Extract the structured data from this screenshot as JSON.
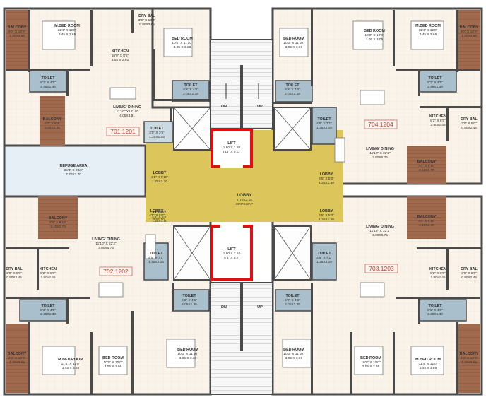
{
  "colors": {
    "floor": "#faf3ea",
    "tile": "#efe2d1",
    "wall": "#4a4a4a",
    "lobby": "#dcc55a",
    "balcony": "#a06a4e",
    "toilet": "#a9bfcc",
    "lift_frame": "#dd1111",
    "unit_label": "#c0392b",
    "refuge": "#e6eef6",
    "stair": "#f3f3f3"
  },
  "lobby_center": {
    "label": "LOBBY",
    "dim1": "7.70X3.15",
    "dim2": "25'3\"X10'4\""
  },
  "lift_top": {
    "label": "LIFT",
    "dim1": "1.80 X 1.80",
    "dim2": "5'11\" X 5'11\""
  },
  "lift_bottom": {
    "label": "LIFT",
    "dim1": "1.90 X 2.50",
    "dim2": "6'3\" X 8'2\""
  },
  "refuge": {
    "label": "REFUGE AREA",
    "dim1": "25'3\" X 8'10\"",
    "dim2": "7.70X2.70"
  },
  "stairs": {
    "dn": "DN",
    "up": "UP"
  },
  "lobbies": [
    {
      "label": "LOBBY",
      "dim1": "4'1\" X 8'10\"",
      "dim2": "1.25X2.70"
    },
    {
      "label": "LOBBY",
      "dim1": "4'5\" X 5'0\"",
      "dim2": "1.35X1.50"
    },
    {
      "label": "LOBBY",
      "dim1": "4'5\" X 5'0\"",
      "dim2": "1.35X1.50"
    },
    {
      "label": "LOBBY",
      "dim1": "4'5\" X 5'0\"",
      "dim2": "1.35X1.50"
    },
    {
      "label": "LOBBY",
      "dim1": "4'5\" X 5'0\"",
      "dim2": "1.35X1.50"
    }
  ],
  "units": [
    {
      "number": "701,1201",
      "rooms": [
        {
          "label": "BALCONY",
          "dim1": "4'0\" X 12'0\"",
          "dim2": "1.20X3.65"
        },
        {
          "label": "M.BED ROOM",
          "dim1": "11'4\" X 12'0\"",
          "dim2": "3.45 X 3.65"
        },
        {
          "label": "DRY BAL",
          "dim1": "3'0\" X 10'0\"",
          "dim2": "0.90X3.05"
        },
        {
          "label": "BED ROOM",
          "dim1": "10'0\" X 11'10\"",
          "dim2": "3.05 X 3.60"
        },
        {
          "label": "KITCHEN",
          "dim1": "10'0\" X 8'6\"",
          "dim2": "3.05 X 2.60"
        },
        {
          "label": "TOILET",
          "dim1": "8'1\" X 4'5\"",
          "dim2": "2.45X1.34"
        },
        {
          "label": "TOILET",
          "dim1": "6'9\" X 4'5\"",
          "dim2": "2.05X1.35"
        },
        {
          "label": "BALCONY",
          "dim1": "6'7\" X 8'0\"",
          "dim2": "2.00X2.45"
        },
        {
          "label": "LIVING/ DINING",
          "dim1": "11'10\" X12'10\"",
          "dim2": "4.05X3.91"
        },
        {
          "label": "TOILET",
          "dim1": "3'5\" X 3'5\"",
          "dim2": "1.20X1.05"
        }
      ]
    },
    {
      "number": "704,1204",
      "rooms": [
        {
          "label": "BED ROOM",
          "dim1": "10'0\" X 11'10\"",
          "dim2": "3.05 X 3.60"
        },
        {
          "label": "BED ROOM",
          "dim1": "10'0\" X 10'0\"",
          "dim2": "3.05 X 3.05"
        },
        {
          "label": "M.BED ROOM",
          "dim1": "11'4\" X 12'0\"",
          "dim2": "3.45 X 3.65"
        },
        {
          "label": "BALCONY",
          "dim1": "4'0\" X 12'0\"",
          "dim2": "1.20X3.65"
        },
        {
          "label": "TOILET",
          "dim1": "6'9\" X 4'5\"",
          "dim2": "2.05X1.35"
        },
        {
          "label": "TOILET",
          "dim1": "8'1\" X 4'5\"",
          "dim2": "2.45X1.34"
        },
        {
          "label": "TOILET",
          "dim1": "4'5\" X 7'1\"",
          "dim2": "1.35X2.15"
        },
        {
          "label": "KITCHEN",
          "dim1": "9'2\" X 8'0\"",
          "dim2": "2.80x2.45"
        },
        {
          "label": "DRY BAL",
          "dim1": "3'0\" X 8'0\"",
          "dim2": "0.90X2.45"
        },
        {
          "label": "LIVING/ DINING",
          "dim1": "11'10\" X 22'2\"",
          "dim2": "3.60X6.75"
        },
        {
          "label": "BALCONY",
          "dim1": "7'0\" X 8'10\"",
          "dim2": "2.10X2.70"
        }
      ]
    },
    {
      "number": "702,1202",
      "rooms": [
        {
          "label": "BALCONY",
          "dim1": "7'0\" X 8'10\"",
          "dim2": "2.10X2.70"
        },
        {
          "label": "LIVING/ DINING",
          "dim1": "11'10\" X 22'2\"",
          "dim2": "3.60X6.75"
        },
        {
          "label": "TOILET",
          "dim1": "4'5\" X 7'1\"",
          "dim2": "1.35X2.15"
        },
        {
          "label": "DRY BAL",
          "dim1": "3'0\" X 8'0\"",
          "dim2": "0.90X2.45"
        },
        {
          "label": "KITCHEN",
          "dim1": "9'2\" X 8'0\"",
          "dim2": "2.80x2.45"
        },
        {
          "label": "TOILET",
          "dim1": "8'1\" X 4'5\"",
          "dim2": "2.45X1.34"
        },
        {
          "label": "TOILET",
          "dim1": "6'9\" X 4'5\"",
          "dim2": "2.05X1.35"
        },
        {
          "label": "BALCONY",
          "dim1": "4'0\" X 12'0\"",
          "dim2": "1.20X3.65"
        },
        {
          "label": "M.BED ROOM",
          "dim1": "11'4\" X 12'0\"",
          "dim2": "3.45 X 3.65"
        },
        {
          "label": "BED ROOM",
          "dim1": "10'0\" X 10'0\"",
          "dim2": "3.05 X 3.05"
        },
        {
          "label": "BED ROOM",
          "dim1": "10'0\" X 11'10\"",
          "dim2": "3.05 X 3.60"
        }
      ]
    },
    {
      "number": "703,1203",
      "rooms": [
        {
          "label": "LIVING/ DINING",
          "dim1": "11'10\" X 22'2\"",
          "dim2": "3.60X6.75"
        },
        {
          "label": "BALCONY",
          "dim1": "7'0\" X 8'10\"",
          "dim2": "2.10X2.70"
        },
        {
          "label": "TOILET",
          "dim1": "4'5\" X 7'1\"",
          "dim2": "1.35X2.15"
        },
        {
          "label": "KITCHEN",
          "dim1": "9'2\" X 8'0\"",
          "dim2": "2.80x2.45"
        },
        {
          "label": "DRY BAL",
          "dim1": "3'0\" X 8'0\"",
          "dim2": "0.90X2.45"
        },
        {
          "label": "TOILET",
          "dim1": "6'9\" X 4'5\"",
          "dim2": "2.05X1.35"
        },
        {
          "label": "TOILET",
          "dim1": "8'1\" X 4'5\"",
          "dim2": "2.45X1.34"
        },
        {
          "label": "BED ROOM",
          "dim1": "10'0\" X 11'10\"",
          "dim2": "3.05 X 3.60"
        },
        {
          "label": "BED ROOM",
          "dim1": "10'0\" X 10'0\"",
          "dim2": "3.05 X 3.05"
        },
        {
          "label": "M.BED ROOM",
          "dim1": "11'4\" X 12'0\"",
          "dim2": "3.45 X 3.65"
        },
        {
          "label": "BALCONY",
          "dim1": "4'0\" X 12'0\"",
          "dim2": "1.20X3.65"
        }
      ]
    }
  ]
}
